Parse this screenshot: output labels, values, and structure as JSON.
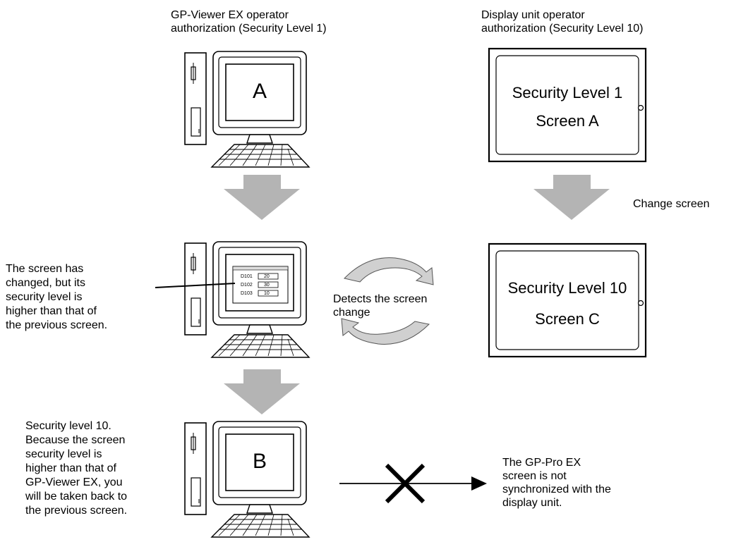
{
  "captions": {
    "viewer_auth": [
      "GP-Viewer EX operator",
      "authorization (Security Level 1)"
    ],
    "display_auth": [
      "Display unit operator",
      "authorization (Security Level 10)"
    ],
    "change_screen": "Change screen",
    "screen_changed_note": [
      "The screen has",
      "changed, but its",
      "security level is",
      "higher than that of",
      "the previous screen."
    ],
    "detects_change": [
      "Detects the screen",
      "change"
    ],
    "level10_note": [
      "Security level 10.",
      "Because the screen",
      "security level is",
      "higher than that of",
      "GP-Viewer EX, you",
      "will be taken back to",
      "the previous screen."
    ],
    "not_synced_note": [
      "The GP-Pro EX",
      "screen is not",
      "synchronized with the",
      "display unit."
    ]
  },
  "monitors": {
    "top_letter": "A",
    "bottom_letter": "B",
    "mini_table": [
      {
        "label": "D101",
        "value": "20"
      },
      {
        "label": "D102",
        "value": "30"
      },
      {
        "label": "D103",
        "value": "10"
      }
    ]
  },
  "display_units": {
    "top": {
      "line1": "Security Level 1",
      "line2": "Screen A"
    },
    "bottom": {
      "line1": "Security Level 10",
      "line2": "Screen C"
    }
  },
  "colors": {
    "arrow_gray": "#b4b4b4",
    "outline": "#000000"
  }
}
